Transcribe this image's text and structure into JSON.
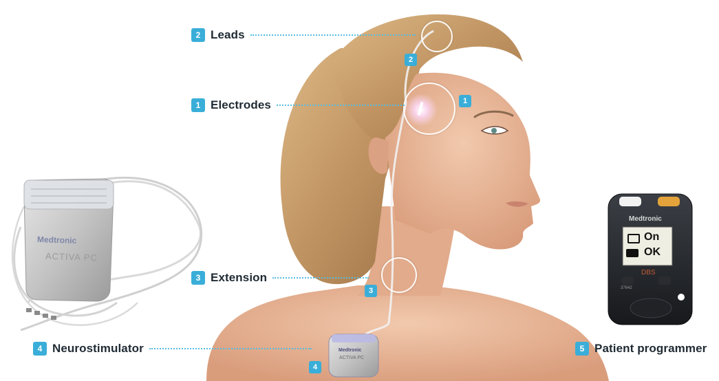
{
  "callouts": [
    {
      "num": "2",
      "label": "Leads"
    },
    {
      "num": "1",
      "label": "Electrodes"
    },
    {
      "num": "3",
      "label": "Extension"
    },
    {
      "num": "4",
      "label": "Neurostimulator"
    },
    {
      "num": "5",
      "label": "Patient programmer"
    }
  ],
  "markers": [
    "2",
    "1",
    "3",
    "4"
  ],
  "neurostimulator": {
    "brand": "Medtronic",
    "model": "ACTIVA PC"
  },
  "programmer": {
    "brand": "Medtronic",
    "status_on": "On",
    "status_ok": "OK",
    "mode_label": "DBS",
    "model_code": "37642"
  },
  "colors": {
    "accent": "#3aaed8",
    "label_text": "#1f2a33",
    "skin": "#e9b99a",
    "hair": "#c9a06b"
  }
}
